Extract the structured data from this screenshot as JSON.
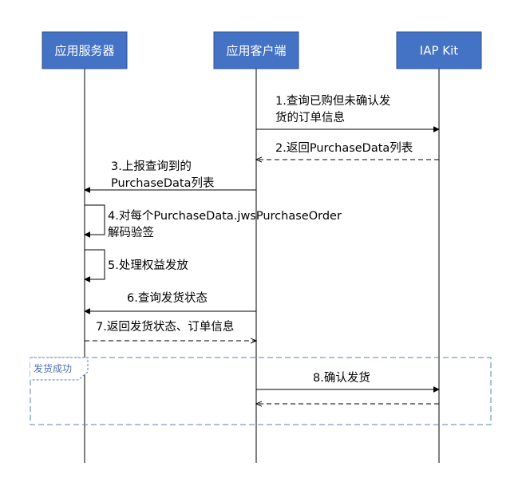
{
  "actors": [
    {
      "id": "server",
      "label": "应用服务器"
    },
    {
      "id": "client",
      "label": "应用客户端"
    },
    {
      "id": "iap",
      "label": "IAP Kit"
    }
  ],
  "messages": [
    {
      "id": "m1",
      "from": "client",
      "to": "iap",
      "style": "solid",
      "lines": [
        "1.查询已购但未确认发",
        "货的订单信息"
      ]
    },
    {
      "id": "m2",
      "from": "iap",
      "to": "client",
      "style": "dashed",
      "lines": [
        "2.返回PurchaseData列表"
      ]
    },
    {
      "id": "m3",
      "from": "client",
      "to": "server",
      "style": "solid",
      "lines": [
        "3.上报查询到的",
        "PurchaseData列表"
      ]
    },
    {
      "id": "m4",
      "from": "server",
      "to": "server",
      "style": "self",
      "lines": [
        "4.对每个PurchaseData.jwsPurchaseOrder",
        "解码验签"
      ]
    },
    {
      "id": "m5",
      "from": "server",
      "to": "server",
      "style": "self",
      "lines": [
        "5.处理权益发放"
      ]
    },
    {
      "id": "m6",
      "from": "client",
      "to": "server",
      "style": "solid",
      "lines": [
        "6.查询发货状态"
      ]
    },
    {
      "id": "m7",
      "from": "server",
      "to": "client",
      "style": "dashed",
      "lines": [
        "7.返回发货状态、订单信息"
      ]
    },
    {
      "id": "m8",
      "from": "client",
      "to": "iap",
      "style": "solid",
      "lines": [
        "8.确认发货"
      ]
    },
    {
      "id": "m9",
      "from": "iap",
      "to": "client",
      "style": "dashed",
      "lines": []
    }
  ],
  "fragment": {
    "label": "发货成功"
  }
}
